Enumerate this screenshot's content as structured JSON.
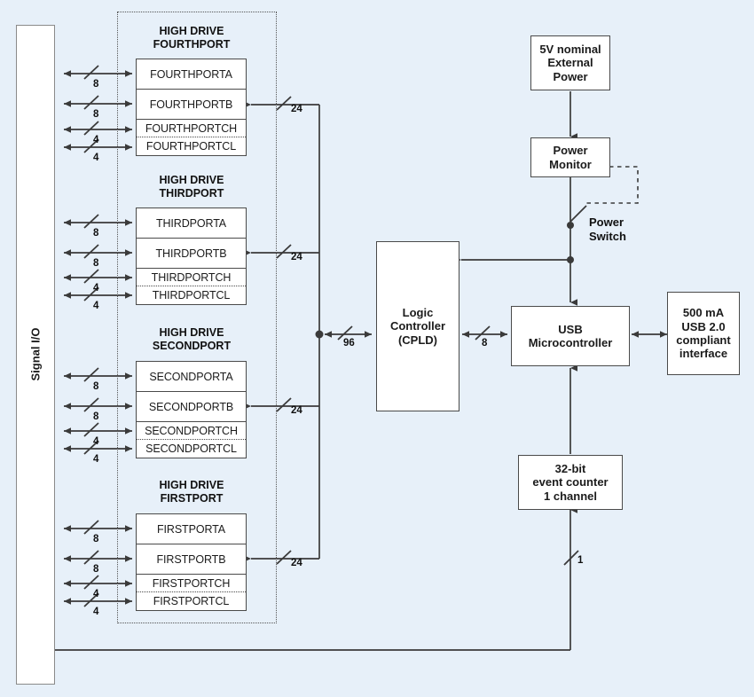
{
  "diagram": {
    "title": "USB Digital I/O Board Block Diagram",
    "background_color": "#e7f0f9",
    "box_fill": "#ffffff",
    "line_color": "#3a3a3a"
  },
  "signal_io": {
    "label": "Signal I/O"
  },
  "high_drive_enclosure": {
    "label": ""
  },
  "port_groups": [
    {
      "id": "fourthport",
      "title_line1": "HIGH DRIVE",
      "title_line2": "FOURTHPORT",
      "rows": [
        {
          "label": "FOURTHPORTA",
          "width": "8"
        },
        {
          "label": "FOURTHPORTB",
          "width": "8"
        },
        {
          "label": "FOURTHPORTCH",
          "width": "4"
        },
        {
          "label": "FOURTHPORTCL",
          "width": "4"
        }
      ],
      "bus_label": "24"
    },
    {
      "id": "thirdport",
      "title_line1": "HIGH DRIVE",
      "title_line2": "THIRDPORT",
      "rows": [
        {
          "label": "THIRDPORTA",
          "width": "8"
        },
        {
          "label": "THIRDPORTB",
          "width": "8"
        },
        {
          "label": "THIRDPORTCH",
          "width": "4"
        },
        {
          "label": "THIRDPORTCL",
          "width": "4"
        }
      ],
      "bus_label": "24"
    },
    {
      "id": "secondport",
      "title_line1": "HIGH DRIVE",
      "title_line2": "SECONDPORT",
      "rows": [
        {
          "label": "SECONDPORTA",
          "width": "8"
        },
        {
          "label": "SECONDPORTB",
          "width": "8"
        },
        {
          "label": "SECONDPORTCH",
          "width": "4"
        },
        {
          "label": "SECONDPORTCL",
          "width": "4"
        }
      ],
      "bus_label": "24"
    },
    {
      "id": "firstport",
      "title_line1": "HIGH DRIVE",
      "title_line2": "FIRSTPORT",
      "rows": [
        {
          "label": "FIRSTPORTA",
          "width": "8"
        },
        {
          "label": "FIRSTPORTB",
          "width": "8"
        },
        {
          "label": "FIRSTPORTCH",
          "width": "4"
        },
        {
          "label": "FIRSTPORTCL",
          "width": "4"
        }
      ],
      "bus_label": "24"
    }
  ],
  "blocks": {
    "logic_controller": {
      "line1": "Logic",
      "line2": "Controller",
      "line3": "(CPLD)"
    },
    "usb_microcontroller": {
      "line1": "USB",
      "line2": "Microcontroller"
    },
    "external_power": {
      "line1": "5V nominal",
      "line2": "External",
      "line3": "Power"
    },
    "power_monitor": {
      "line1": "Power",
      "line2": "Monitor"
    },
    "usb_interface": {
      "line1": "500 mA",
      "line2": "USB 2.0",
      "line3": "compliant",
      "line4": "interface"
    },
    "event_counter": {
      "line1": "32-bit",
      "line2": "event counter",
      "line3": "1 channel"
    }
  },
  "labels": {
    "power_switch_line1": "Power",
    "power_switch_line2": "Switch"
  },
  "bus_widths": {
    "cpld_to_bus": "96",
    "cpld_to_usb": "8",
    "counter_input": "1"
  }
}
